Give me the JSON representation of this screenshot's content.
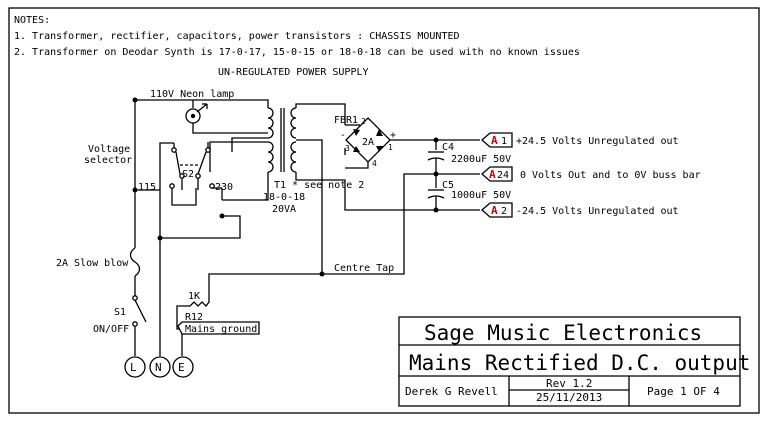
{
  "notes": {
    "heading": "NOTES:",
    "items": [
      "1. Transformer, rectifier, capacitors, power transistors : CHASSIS MOUNTED",
      "2. Transformer on Deodar Synth is 17-0-17, 15-0-15 or 18-0-18 can be used with no known issues"
    ]
  },
  "diagram": {
    "section_title": "UN-REGULATED POWER SUPPLY",
    "neon_lamp": "110V Neon lamp",
    "voltage_selector": [
      "Voltage",
      "selector"
    ],
    "switch_s2": "S2",
    "tap_115": "115",
    "tap_230": "230",
    "fuse": "2A Slow blow",
    "switch_s1": "S1",
    "on_off": "ON/OFF",
    "transformer": [
      "T1 * see note 2",
      "18-0-18",
      "20VA"
    ],
    "rectifier": "FBR1",
    "rectifier_rating": "2A",
    "rectifier_pins": [
      "2",
      "1",
      "3",
      "4"
    ],
    "rectifier_signs": [
      "-",
      "+"
    ],
    "c4": [
      "C4",
      "2200uF 50V"
    ],
    "c5": [
      "C5",
      "1000uF 50V"
    ],
    "centre_tap": "Centre Tap",
    "r12": [
      "1K",
      "R12"
    ],
    "mains_ground": "Mains ground",
    "terminals": [
      "L",
      "N",
      "E"
    ],
    "connectors": [
      {
        "letter": "A",
        "pin": "1",
        "label": "+24.5 Volts Unregulated out"
      },
      {
        "letter": "A",
        "pin": "24",
        "label": "0 Volts Out and to 0V buss bar"
      },
      {
        "letter": "A",
        "pin": "2",
        "label": "-24.5 Volts Unregulated out"
      }
    ]
  },
  "title_block": {
    "company": "Sage Music Electronics",
    "title": "Mains Rectified D.C. output",
    "author": "Derek G Revell",
    "rev": "Rev 1.2",
    "date": "25/11/2013",
    "page": "Page 1 OF 4"
  }
}
